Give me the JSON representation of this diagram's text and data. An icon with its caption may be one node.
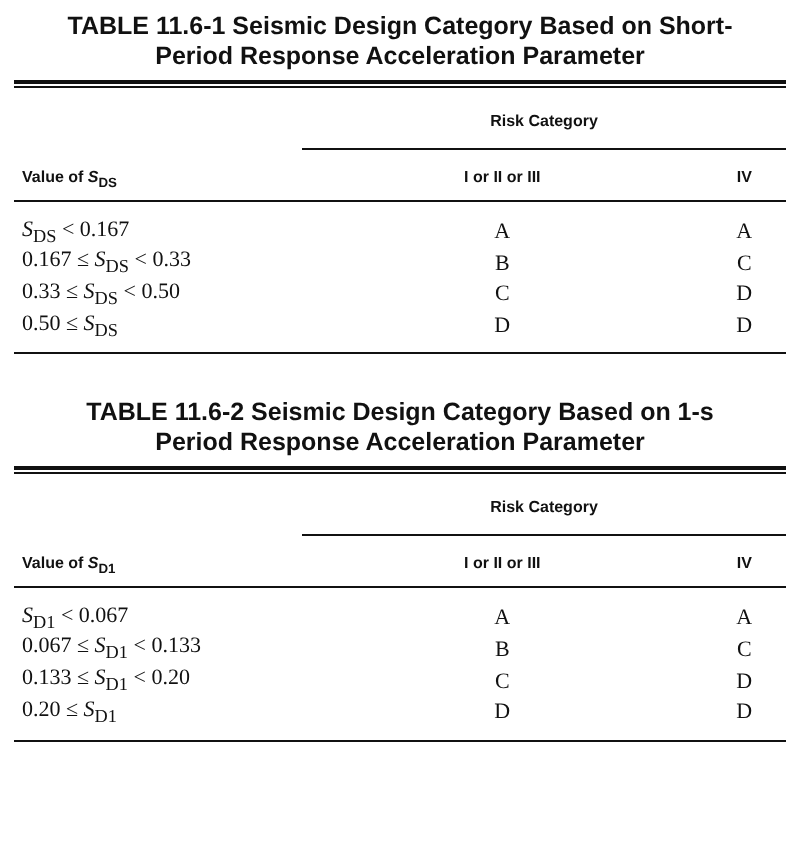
{
  "diagram": {
    "labels": [
      "TABLE 11.6-1 Seismic Design Category Based on Short-Period Response Acceleration Parameter",
      "Risk Category",
      "Value of *S*$_{DS}$",
      "I or II or III",
      "IV",
      "*S*$_{DS}$ < 0.167",
      "A",
      "A",
      "0.167 ≤ *S*$_{DS}$ < 0.33",
      "B",
      "C",
      "0.33 ≤ *S*$_{DS}$ < 0.50",
      "C",
      "D",
      "0.50 ≤ *S*$_{DS}$",
      "D",
      "D",
      "TABLE 11.6-2 Seismic Design Category Based on 1-s Period Response Acceleration Parameter",
      "Risk Category",
      "Value of *S*$_{D1}$",
      "I or II or III",
      "IV",
      "*S*$_{D1}$ < 0.067",
      "A",
      "A",
      "0.067 ≤ *S*$_{D1}$ < 0.133",
      "B",
      "C",
      "0.133 ≤ *S*$_{D1}$ < 0.20",
      "C",
      "D",
      "0.20 ≤ *S*$_{D1}$",
      "D",
      "D"
    ]
  }
}
